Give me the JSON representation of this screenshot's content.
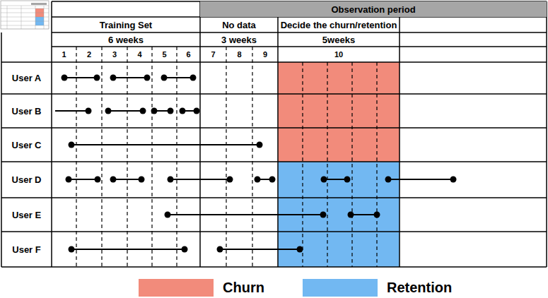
{
  "diagram": {
    "nodes": [
      {
        "text": [
          "Observation period"
        ]
      }
    ],
    "labels": [
      "Training Set",
      "No data",
      "Decide the churn/retention",
      "6 weeks",
      "3 weeks",
      "5weeks",
      "1",
      "2",
      "3",
      "4",
      "5",
      "6",
      "7",
      "8",
      "9",
      "10",
      "User A",
      "User B",
      "User C",
      "User D",
      "User E",
      "User F"
    ],
    "legend": [
      {
        "text": "Churn",
        "color": "#f28b7b"
      },
      {
        "text": "Retention",
        "color": "#72b8f2"
      }
    ]
  }
}
